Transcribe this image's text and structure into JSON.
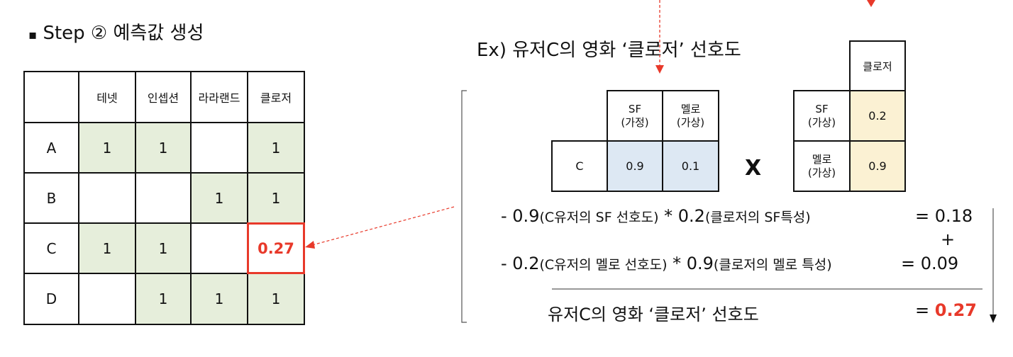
{
  "title": {
    "bullet": "▪",
    "text": "Step ② 예측값 생성"
  },
  "matrix": {
    "columns": [
      "",
      "테넷",
      "인셉션",
      "라라랜드",
      "클로저"
    ],
    "rows": [
      {
        "label": "A",
        "values": [
          "1",
          "1",
          "",
          "1"
        ]
      },
      {
        "label": "B",
        "values": [
          "",
          "",
          "1",
          "1"
        ]
      },
      {
        "label": "C",
        "values": [
          "1",
          "1",
          "",
          "0.27"
        ]
      },
      {
        "label": "D",
        "values": [
          "",
          "1",
          "1",
          "1"
        ]
      }
    ]
  },
  "example": {
    "title": "Ex) 유저C의 영화 ‘클로저’ 선호도",
    "user_table": {
      "headers": [
        "SF\n(가정)",
        "멜로\n(가상)"
      ],
      "row_label": "C",
      "values": [
        "0.9",
        "0.1"
      ]
    },
    "multiply": "X",
    "item_table": {
      "header": "클로저",
      "rows": [
        {
          "label": "SF\n(가상)",
          "value": "0.2"
        },
        {
          "label": "멜로\n(가상)",
          "value": "0.9"
        }
      ]
    },
    "formula": {
      "line1": {
        "a": "- 0.9",
        "a_note": "(C유저의 SF 선호도)",
        "op": " * ",
        "b": "0.2",
        "b_note": "(클로저의 SF특성)",
        "result": "= 0.18"
      },
      "plus": "+",
      "line2": {
        "a": "- 0.2",
        "a_note": "(C유저의 멜로 선호도)",
        "op": " * ",
        "b": "0.9",
        "b_note": "(클로저의 멜로 특성)",
        "result": "= 0.09"
      },
      "total_label": "유저C의 영화 ‘클로저’ 선호도",
      "total_eq": "=",
      "total_value": "0.27"
    }
  },
  "colors": {
    "accent": "#e8392a",
    "green": "#e6eedb",
    "blue": "#dde8f3",
    "yellow": "#fbf1d3"
  }
}
